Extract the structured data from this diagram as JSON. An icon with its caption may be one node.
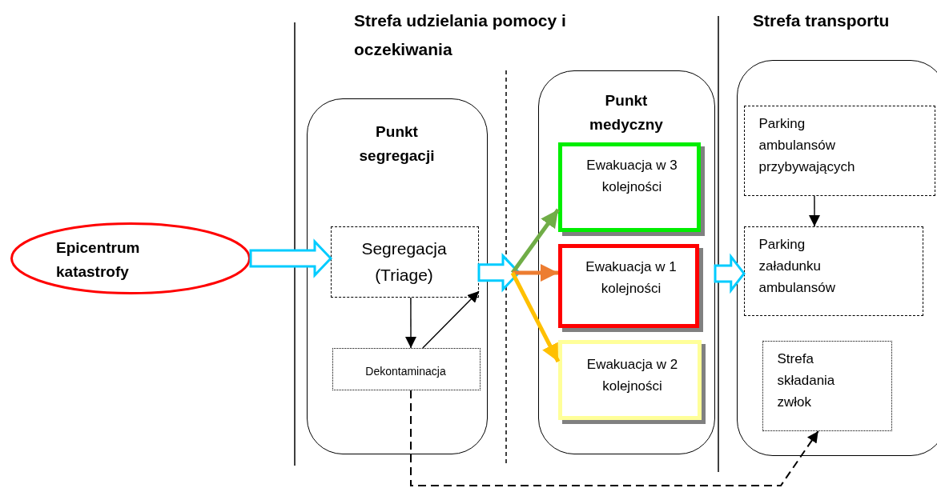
{
  "diagram": {
    "nodes": [
      {
        "text": [
          "Epicentrum katastrofy"
        ]
      },
      {
        "text": [
          "Punkt segregacji"
        ]
      },
      {
        "text": [
          "Segregacja (Triage)"
        ],
        "in": 1
      },
      {
        "text": [
          "Dekontaminacja"
        ],
        "in": 1
      },
      {
        "text": [
          "Punkt medyczny"
        ]
      },
      {
        "text": [
          "Ewakuacja w 3 kolejności"
        ],
        "in": 4
      },
      {
        "text": [
          "Ewakuacja w 1 kolejności"
        ],
        "in": 4
      },
      {
        "text": [
          "Ewakuacja w 2 kolejności"
        ],
        "in": 4
      },
      {
        "text": [],
        "shape": "box"
      },
      {
        "text": [
          "Parking ambulansów przybywających"
        ],
        "in": 8
      },
      {
        "text": [
          "Parking załadunku ambulansów"
        ],
        "in": 8
      },
      {
        "text": [
          "Strefa składania zwłok"
        ],
        "in": 8
      }
    ],
    "edges": [
      {
        "from": 0,
        "to": 2,
        "arrow": "to",
        "style": "thick",
        "color": "#00ccff"
      },
      {
        "from": 2,
        "to": null,
        "arrow": "to",
        "style": "thick",
        "color": "#00ccff"
      },
      {
        "from": null,
        "to": 5,
        "arrow": "to",
        "style": "thick",
        "color": "#70ad47"
      },
      {
        "from": null,
        "to": 6,
        "arrow": "to",
        "style": "thick",
        "color": "#ed7d31"
      },
      {
        "from": null,
        "to": 7,
        "arrow": "to",
        "style": "thick",
        "color": "#ffc000"
      },
      {
        "from": 4,
        "to": 10,
        "arrow": "to",
        "style": "thick",
        "color": "#00ccff"
      },
      {
        "from": 2,
        "to": 3,
        "arrow": "to"
      },
      {
        "from": 3,
        "to": 2,
        "arrow": "to"
      },
      {
        "from": 9,
        "to": 10,
        "arrow": "to"
      },
      {
        "from": 3,
        "to": 11,
        "arrow": "to",
        "style": "dashed"
      }
    ],
    "labels": [
      "Strefa udzielania pomocy i oczekiwania",
      "Strefa transportu"
    ]
  }
}
